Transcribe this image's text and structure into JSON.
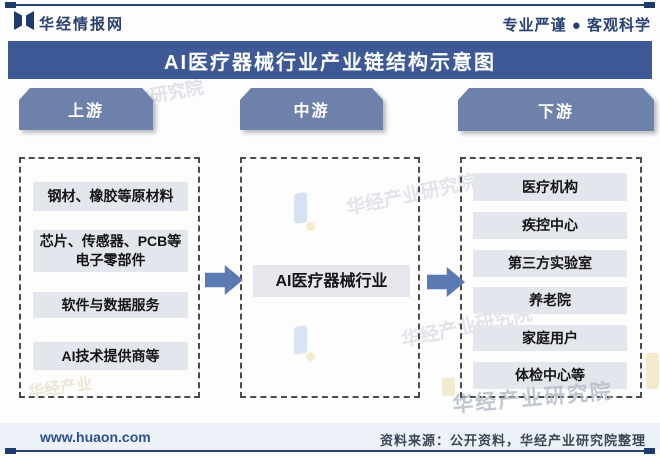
{
  "brand": {
    "logo_icon": "huajing-bowtie-logo-icon",
    "name": "华经情报网",
    "tagline": "专业严谨 ● 客观科学"
  },
  "title": "AI医疗器械行业产业链结构示意图",
  "chain": {
    "upstream": {
      "header": "上游",
      "items": [
        "钢材、橡胶等原材料",
        "芯片、传感器、PCB等电子零部件",
        "软件与数据服务",
        "AI技术提供商等"
      ]
    },
    "midstream": {
      "header": "中游",
      "items": [
        "AI医疗器械行业"
      ]
    },
    "downstream": {
      "header": "下游",
      "items": [
        "医疗机构",
        "疾控中心",
        "第三方实验室",
        "养老院",
        "家庭用户",
        "体检中心等"
      ]
    }
  },
  "arrows": {
    "icon": "right-flow-arrow-icon",
    "direction": "right"
  },
  "footer": {
    "website": "www.huaon.com",
    "source": "资料来源：公开资料，华经产业研究院整理"
  },
  "watermark": {
    "text": "华经产业研究院"
  },
  "colors": {
    "banner": "#3d5a96",
    "column_header": "#6d81aa",
    "item_box": "#e3e6ed",
    "arrow": "#5b79b2",
    "navy_text": "#27406f",
    "brand_rule": "#26427e",
    "footer_band": "#edf1f8",
    "footer_source_text": "#3b4757",
    "dash_border": "#4b4b4b"
  }
}
